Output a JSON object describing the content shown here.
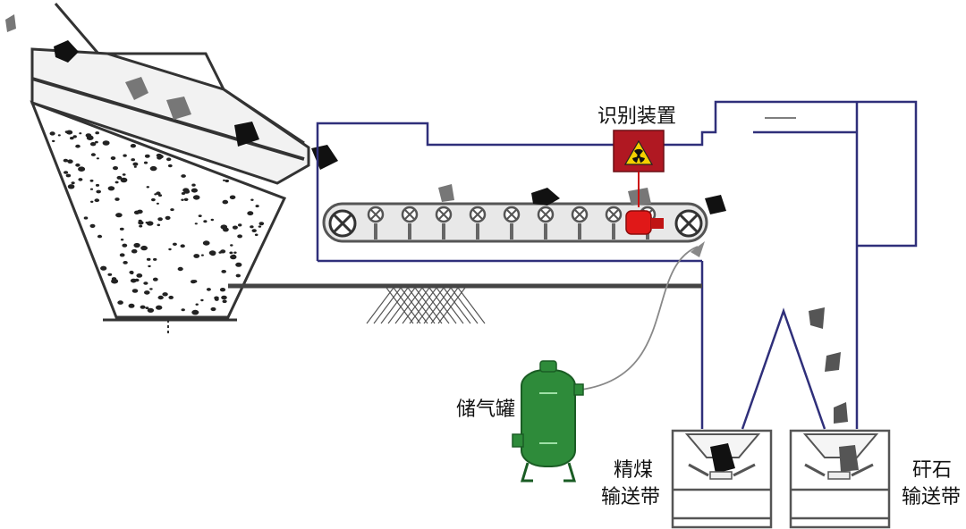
{
  "labels": {
    "identifier": "识别装置",
    "air_tank": "储气罐",
    "clean_coal_belt": [
      "精煤",
      "输送带"
    ],
    "gangue_belt": [
      "矸石",
      "输送带"
    ]
  },
  "icons": {
    "identifier_symbol": "radiation-trefoil-icon"
  },
  "colors": {
    "outline": "#2f2f7a",
    "frame": "#3d3d3d",
    "screen_fill": "#f0f0f0",
    "coal": "#111111",
    "gangue": "#707070",
    "identifier_box": "#b01822",
    "warning_yellow": "#f4d000",
    "ejector_red": "#e01818",
    "tank_green": "#2e8b3a",
    "belt_gray": "#666666"
  }
}
